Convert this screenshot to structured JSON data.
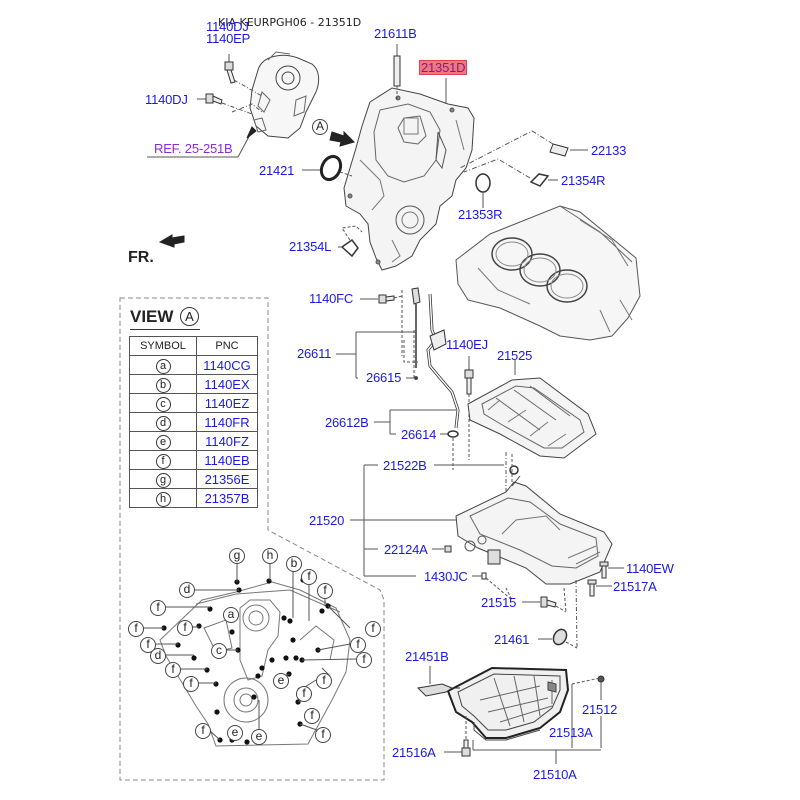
{
  "title": "KIA KEURPGH06 - 21351D",
  "highlighted_part": "21351D",
  "colors": {
    "label_blue": "#1a1ae6",
    "highlight_fill": "#f0787c",
    "highlight_border": "#e04050",
    "highlight_text": "#8a1a8a",
    "reference_purple": "#8a2be2",
    "line_gray": "#555555"
  },
  "orientation": {
    "front_label": "FR.",
    "front_arrow_icon": "front-direction-arrow"
  },
  "view_marker": {
    "letter": "A"
  },
  "parts": {
    "p1140DJ_top": "1140DJ",
    "p1140EP": "1140EP",
    "p1140DJ": "1140DJ",
    "ref": "REF. 25-251B",
    "p21611B": "21611B",
    "p21351D": "21351D",
    "p21421": "21421",
    "p22133": "22133",
    "p21354R": "21354R",
    "p21353R": "21353R",
    "p21354L": "21354L",
    "p1140FC": "1140FC",
    "p26611": "26611",
    "p26615": "26615",
    "p26612B": "26612B",
    "p26614": "26614",
    "p1140EJ": "1140EJ",
    "p21525": "21525",
    "p21522B": "21522B",
    "p21520": "21520",
    "p22124A": "22124A",
    "p1430JC": "1430JC",
    "p21515": "21515",
    "p1140EW": "1140EW",
    "p21517A": "21517A",
    "p21461": "21461",
    "p21451B": "21451B",
    "p21512": "21512",
    "p21513A": "21513A",
    "p21516A": "21516A",
    "p21510A": "21510A"
  },
  "view_a": {
    "heading": "VIEW",
    "letter": "A",
    "columns": [
      "SYMBOL",
      "PNC"
    ],
    "rows": [
      {
        "symbol": "a",
        "pnc": "1140CG"
      },
      {
        "symbol": "b",
        "pnc": "1140EX"
      },
      {
        "symbol": "c",
        "pnc": "1140EZ"
      },
      {
        "symbol": "d",
        "pnc": "1140FR"
      },
      {
        "symbol": "e",
        "pnc": "1140FZ"
      },
      {
        "symbol": "f",
        "pnc": "1140EB"
      },
      {
        "symbol": "g",
        "pnc": "21356E"
      },
      {
        "symbol": "h",
        "pnc": "21357B"
      }
    ],
    "callouts": [
      "g",
      "h",
      "b",
      "d",
      "f",
      "f",
      "f",
      "a",
      "f",
      "f",
      "f",
      "d",
      "c",
      "f",
      "f",
      "f",
      "f",
      "f",
      "e",
      "f",
      "f",
      "f",
      "e",
      "e",
      "f",
      "f"
    ]
  }
}
